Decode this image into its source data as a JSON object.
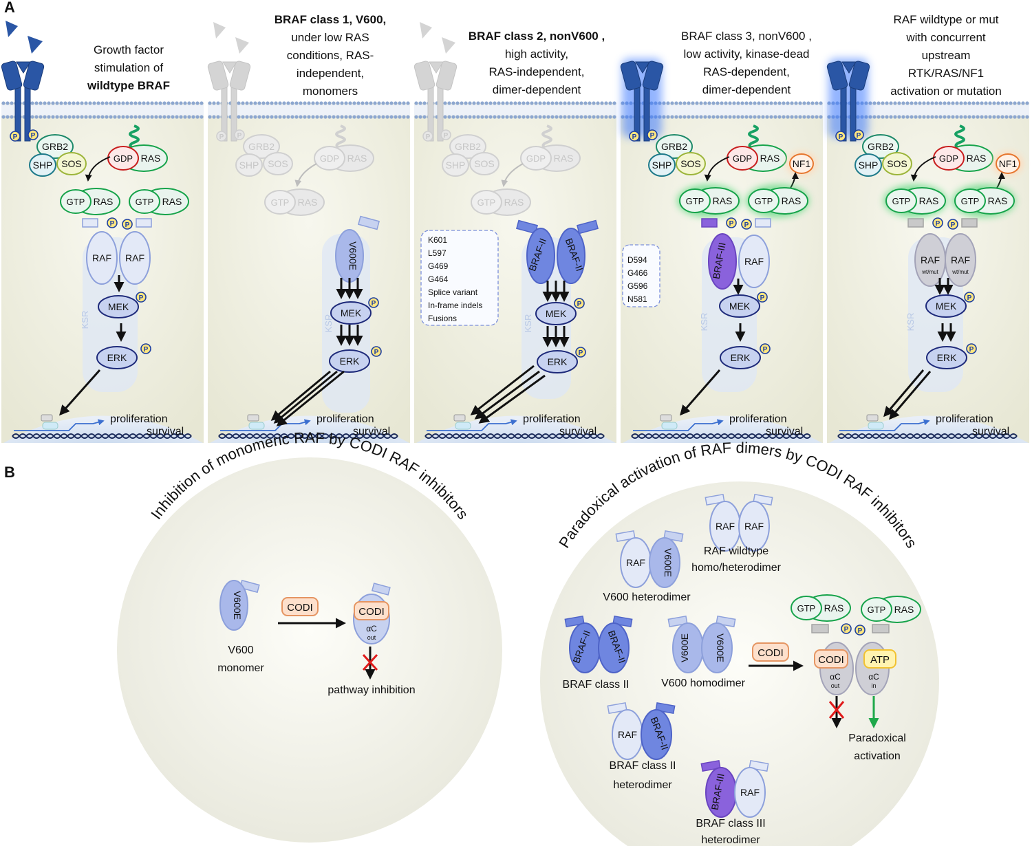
{
  "panel_a": {
    "letter": "A",
    "headers": [
      {
        "lines": [
          {
            "t": "Growth factor"
          },
          {
            "t": "stimulation of"
          },
          {
            "t": "wildtype BRAF",
            "bold": true
          }
        ]
      },
      {
        "lines": [
          {
            "t": "BRAF class 1, V600,",
            "bold": true
          },
          {
            "t": "under low RAS"
          },
          {
            "t": "conditions, RAS-"
          },
          {
            "t": "independent,"
          },
          {
            "t": "monomers"
          }
        ]
      },
      {
        "lines": [
          {
            "t": "BRAF class 2, nonV600 ,",
            "bold": true
          },
          {
            "t": "high activity,"
          },
          {
            "t": "RAS-independent,"
          },
          {
            "t": "dimer-dependent"
          }
        ]
      },
      {
        "lines": [
          {
            "t": "BRAF class 3, nonV600 ,"
          },
          {
            "t": "low activity,  kinase-dead"
          },
          {
            "t": "RAS-dependent,"
          },
          {
            "t": "dimer-dependent"
          }
        ]
      },
      {
        "lines": [
          {
            "t": "RAF wildtype or mut"
          },
          {
            "t": "with  concurrent"
          },
          {
            "t": "upstream"
          },
          {
            "t": "RTK/RAS/NF1"
          },
          {
            "t": "activation or mutation"
          }
        ]
      }
    ],
    "labels": {
      "p": "P",
      "grb2": "GRB2",
      "shp": "SHP",
      "sos": "SOS",
      "gdp": "GDP",
      "gtp": "GTP",
      "ras": "RAS",
      "nf1": "NF1",
      "raf": "RAF",
      "mek": "MEK",
      "erk": "ERK",
      "ksr": "KSR",
      "v600e": "V600E",
      "braf2": "BRAF-II",
      "braf3": "BRAF-III",
      "wtmut": "wt/mut",
      "proliferation": "proliferation",
      "survival": "survival"
    },
    "class2_mutations": [
      "K601",
      "L597",
      "G469",
      "G464",
      "Splice variant",
      "In-frame indels",
      "Fusions"
    ],
    "class3_mutations": [
      "D594",
      "G466",
      "G596",
      "N581"
    ]
  },
  "panel_b": {
    "letter": "B",
    "left_title": "Inhibition of monomeric RAF by CODI RAF inhibitors",
    "right_title": "Paradoxical activation of RAF dimers by CODI RAF inhibitors",
    "codi": "CODI",
    "atp": "ATP",
    "ac": "αC",
    "out": "out",
    "in": "in",
    "v600_monomer": [
      "V600",
      "monomer"
    ],
    "pathway_inhibition": "pathway inhibition",
    "raf_wt_dimer": [
      "RAF wildtype",
      "homo/heterodimer"
    ],
    "v600_heterodimer": "V600 heterodimer",
    "braf_class2": "BRAF class II",
    "v600_homodimer": "V600 homodimer",
    "braf_class2_het": [
      "BRAF class II",
      "heterodimer"
    ],
    "braf_class3_het": [
      "BRAF class III",
      "heterodimer"
    ],
    "paradoxical": [
      "Paradoxical",
      "activation"
    ]
  },
  "colors": {
    "receptor": "#2a56a5",
    "receptor_faded": "#d4d4d4",
    "raf_fill": "#e3e9f7",
    "raf_stroke": "#8da0db",
    "mek_fill": "#c7d2f0",
    "mek_stroke": "#1e2a7a",
    "braf2": "#6f86e0",
    "braf3": "#8a62dc",
    "ras_stroke": "#16a34a",
    "gdp_red": "#c81e1e",
    "codi_fill": "#fde0cc",
    "codi_stroke": "#e59562",
    "atp_fill": "#fff3b0",
    "atp_stroke": "#f2c230",
    "nf1": "#e6762e",
    "cell": "#eeeedd"
  }
}
